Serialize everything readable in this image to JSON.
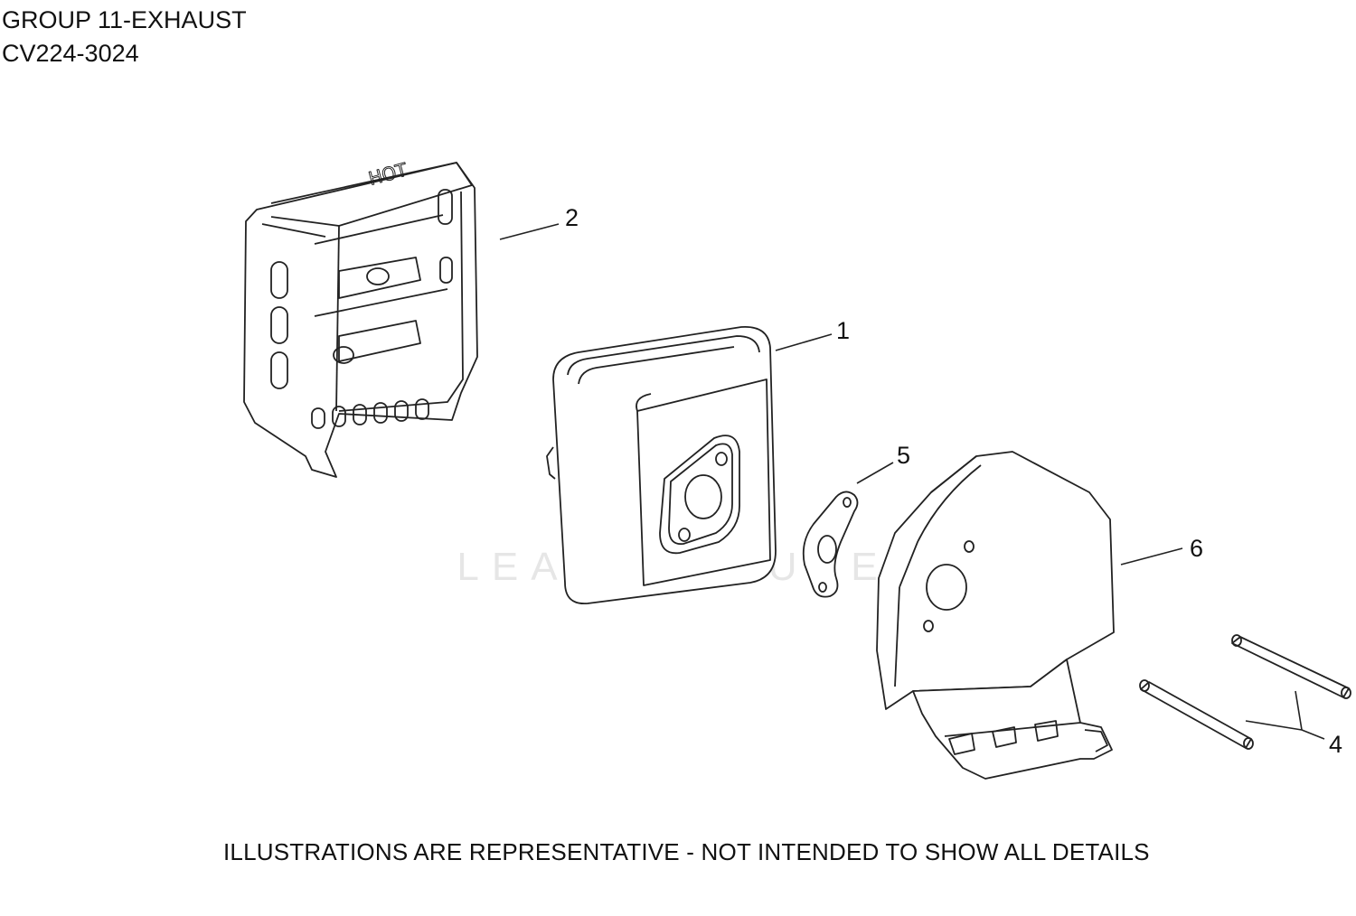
{
  "header": {
    "title": "GROUP 11-EXHAUST",
    "model": "CV224-3024"
  },
  "watermark": {
    "text": "LEADVENTURE",
    "color": "#e6e6e6"
  },
  "callouts": [
    {
      "id": "1",
      "label": "1",
      "part": "muffler"
    },
    {
      "id": "2",
      "label": "2",
      "part": "heat shield"
    },
    {
      "id": "4",
      "label": "4",
      "part": "stud pair"
    },
    {
      "id": "5",
      "label": "5",
      "part": "gasket"
    },
    {
      "id": "6",
      "label": "6",
      "part": "deflector"
    }
  ],
  "footer": {
    "disclaimer": "ILLUSTRATIONS ARE REPRESENTATIVE - NOT INTENDED TO SHOW ALL DETAILS"
  },
  "colors": {
    "line": "#222222",
    "background": "#ffffff"
  }
}
